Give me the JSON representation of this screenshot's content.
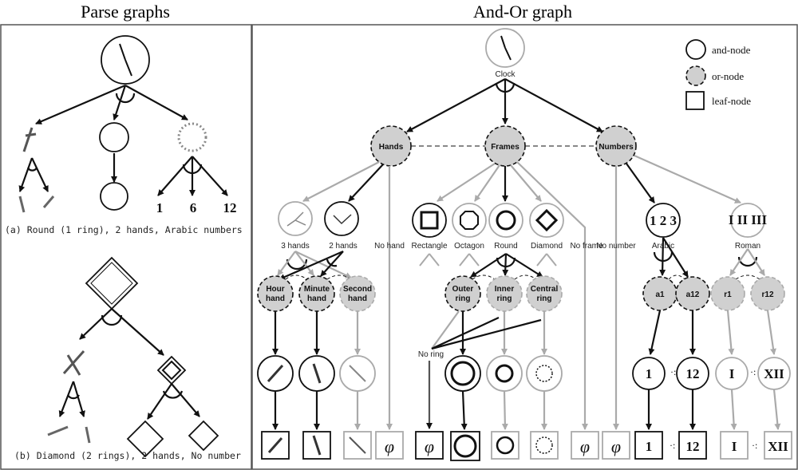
{
  "titles": {
    "left": "Parse graphs",
    "right": "And-Or graph"
  },
  "legend": {
    "and_node": "and-node",
    "or_node": "or-node",
    "leaf_node": "leaf-node"
  },
  "parse_graphs": {
    "a": {
      "caption": "(a) Round (1 ring), 2 hands, Arabic numbers",
      "numbers": [
        "1",
        "6",
        "12"
      ]
    },
    "b": {
      "caption": "(b) Diamond (2 rings), 2 hands, No number"
    }
  },
  "and_or": {
    "root": "Clock",
    "or_nodes": {
      "hands": "Hands",
      "frames": "Frames",
      "numbers": "Numbers"
    },
    "hand_options": {
      "three": "3 hands",
      "two": "2 hands",
      "none": "No hand"
    },
    "frame_options": {
      "rect": "Rectangle",
      "oct": "Octagon",
      "round": "Round",
      "diamond": "Diamond",
      "none": "No frame"
    },
    "number_options": {
      "none": "No number",
      "arabic": "Arabic",
      "arabic_glyph": "1 2 3",
      "roman": "Roman",
      "roman_glyph": "I II III"
    },
    "hand_parts": {
      "hour": [
        "Hour",
        "hand"
      ],
      "minute": [
        "Minute",
        "hand"
      ],
      "second": [
        "Second",
        "hand"
      ]
    },
    "ring_parts": {
      "outer": [
        "Outer",
        "ring"
      ],
      "inner": [
        "Inner",
        "ring"
      ],
      "central": [
        "Central",
        "ring"
      ],
      "none": "No ring"
    },
    "number_parts": {
      "a1": "a1",
      "a12": "a12",
      "r1": "r1",
      "r12": "r12"
    },
    "terminals": {
      "one": "1",
      "twelve": "12",
      "I": "I",
      "XII": "XII",
      "empty": "φ"
    }
  },
  "colors": {
    "selected": "#111111",
    "unselected": "#aaaaaa",
    "or_fill": "#d0d0d0"
  }
}
